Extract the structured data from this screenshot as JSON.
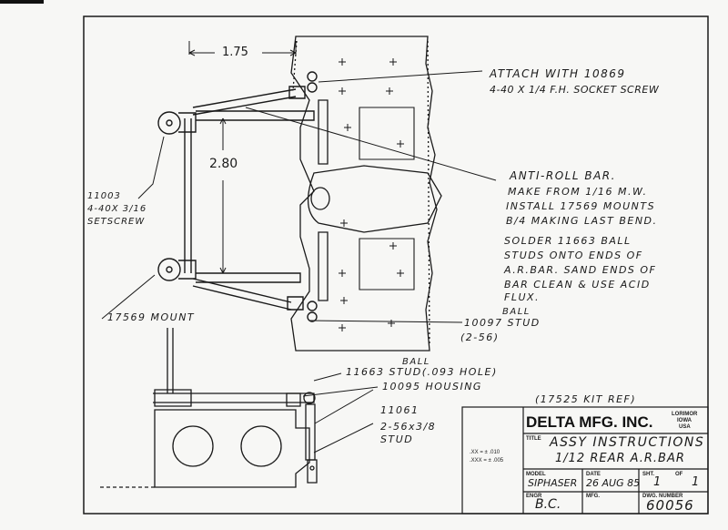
{
  "notes": {
    "attach_1": "ATTACH WITH 10869",
    "attach_2": "4-40 X 1/4 F.H. SOCKET SCREW",
    "antiroll_1": "ANTI-ROLL BAR.",
    "antiroll_2": "MAKE FROM 1/16 M.W.",
    "antiroll_3": "INSTALL 17569 MOUNTS",
    "antiroll_4": "B/4 MAKING LAST BEND.",
    "solder_1": "SOLDER 11663 BALL",
    "solder_2": "STUDS ONTO ENDS OF",
    "solder_3": "A.R.BAR. SAND ENDS OF",
    "solder_4": "BAR CLEAN & USE ACID",
    "solder_5": "FLUX.",
    "setscrew_1": "11003",
    "setscrew_2": "4-40X 3/16",
    "setscrew_3": "SETSCREW",
    "mount": "17569 MOUNT",
    "ballstud_1": "BALL",
    "ballstud_2": "10097 STUD",
    "ballstud_3": "(2-56)",
    "ballstud_hole_1": "BALL",
    "ballstud_hole_2": "11663 STUD(.093 HOLE)",
    "housing": "10095 HOUSING",
    "stud_1": "11061",
    "stud_2": "2-56x3/8",
    "stud_3": "STUD",
    "kit_ref": "(17525 KIT REF)"
  },
  "dimensions": {
    "width": "1.75",
    "height": "2.80"
  },
  "title_block": {
    "company": "DELTA MFG. INC.",
    "location_1": "LORIMOR",
    "location_2": "IOWA",
    "location_3": "USA",
    "tolerance_1": ".XX = ± .010",
    "tolerance_2": ".XXX = ± .005",
    "title_label": "TITLE",
    "title_1": "ASSY INSTRUCTIONS",
    "title_2": "1/12    REAR A.R.BAR",
    "model_label": "MODEL",
    "model": "SIPHASER",
    "date_label": "DATE",
    "date": "26 AUG 85",
    "sheet_label": "SHT.",
    "sheet_of": "OF",
    "sheet": "1",
    "sheet_total": "1",
    "engr_label": "ENGR",
    "engr": "B.C.",
    "mfg_label": "MFG.",
    "dwg_label": "DWG. NUMBER",
    "dwg": "60056"
  }
}
